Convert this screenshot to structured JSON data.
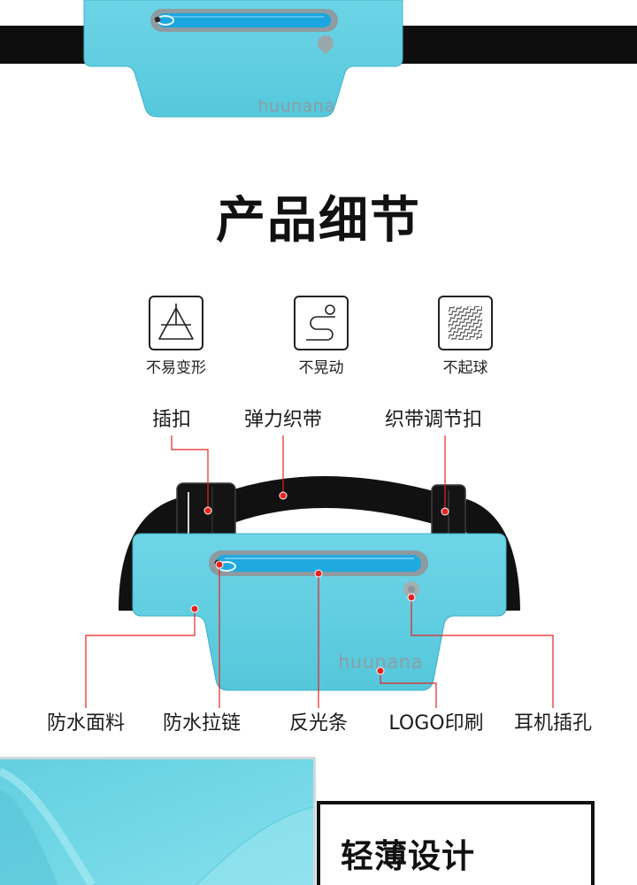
{
  "product_top": {
    "logo": "huunana"
  },
  "title": "产品细节",
  "features": [
    {
      "label": "不易变形",
      "icon": "triangle-shape-icon"
    },
    {
      "label": "不晃动",
      "icon": "steady-track-icon"
    },
    {
      "label": "不起球",
      "icon": "fabric-texture-icon"
    }
  ],
  "diagram": {
    "logo": "huunana",
    "callouts_top": [
      "插扣",
      "弹力织带",
      "织带调节扣"
    ],
    "callouts_bottom": [
      "防水面料",
      "防水拉链",
      "反光条",
      "LOGO印刷",
      "耳机插孔"
    ]
  },
  "section_heading": "轻薄设计",
  "colors": {
    "pouch": "#5ccde0",
    "zipper": "#1fa9e0",
    "strap": "#111111",
    "callout_line": "#e52421",
    "frame": "#111111"
  }
}
